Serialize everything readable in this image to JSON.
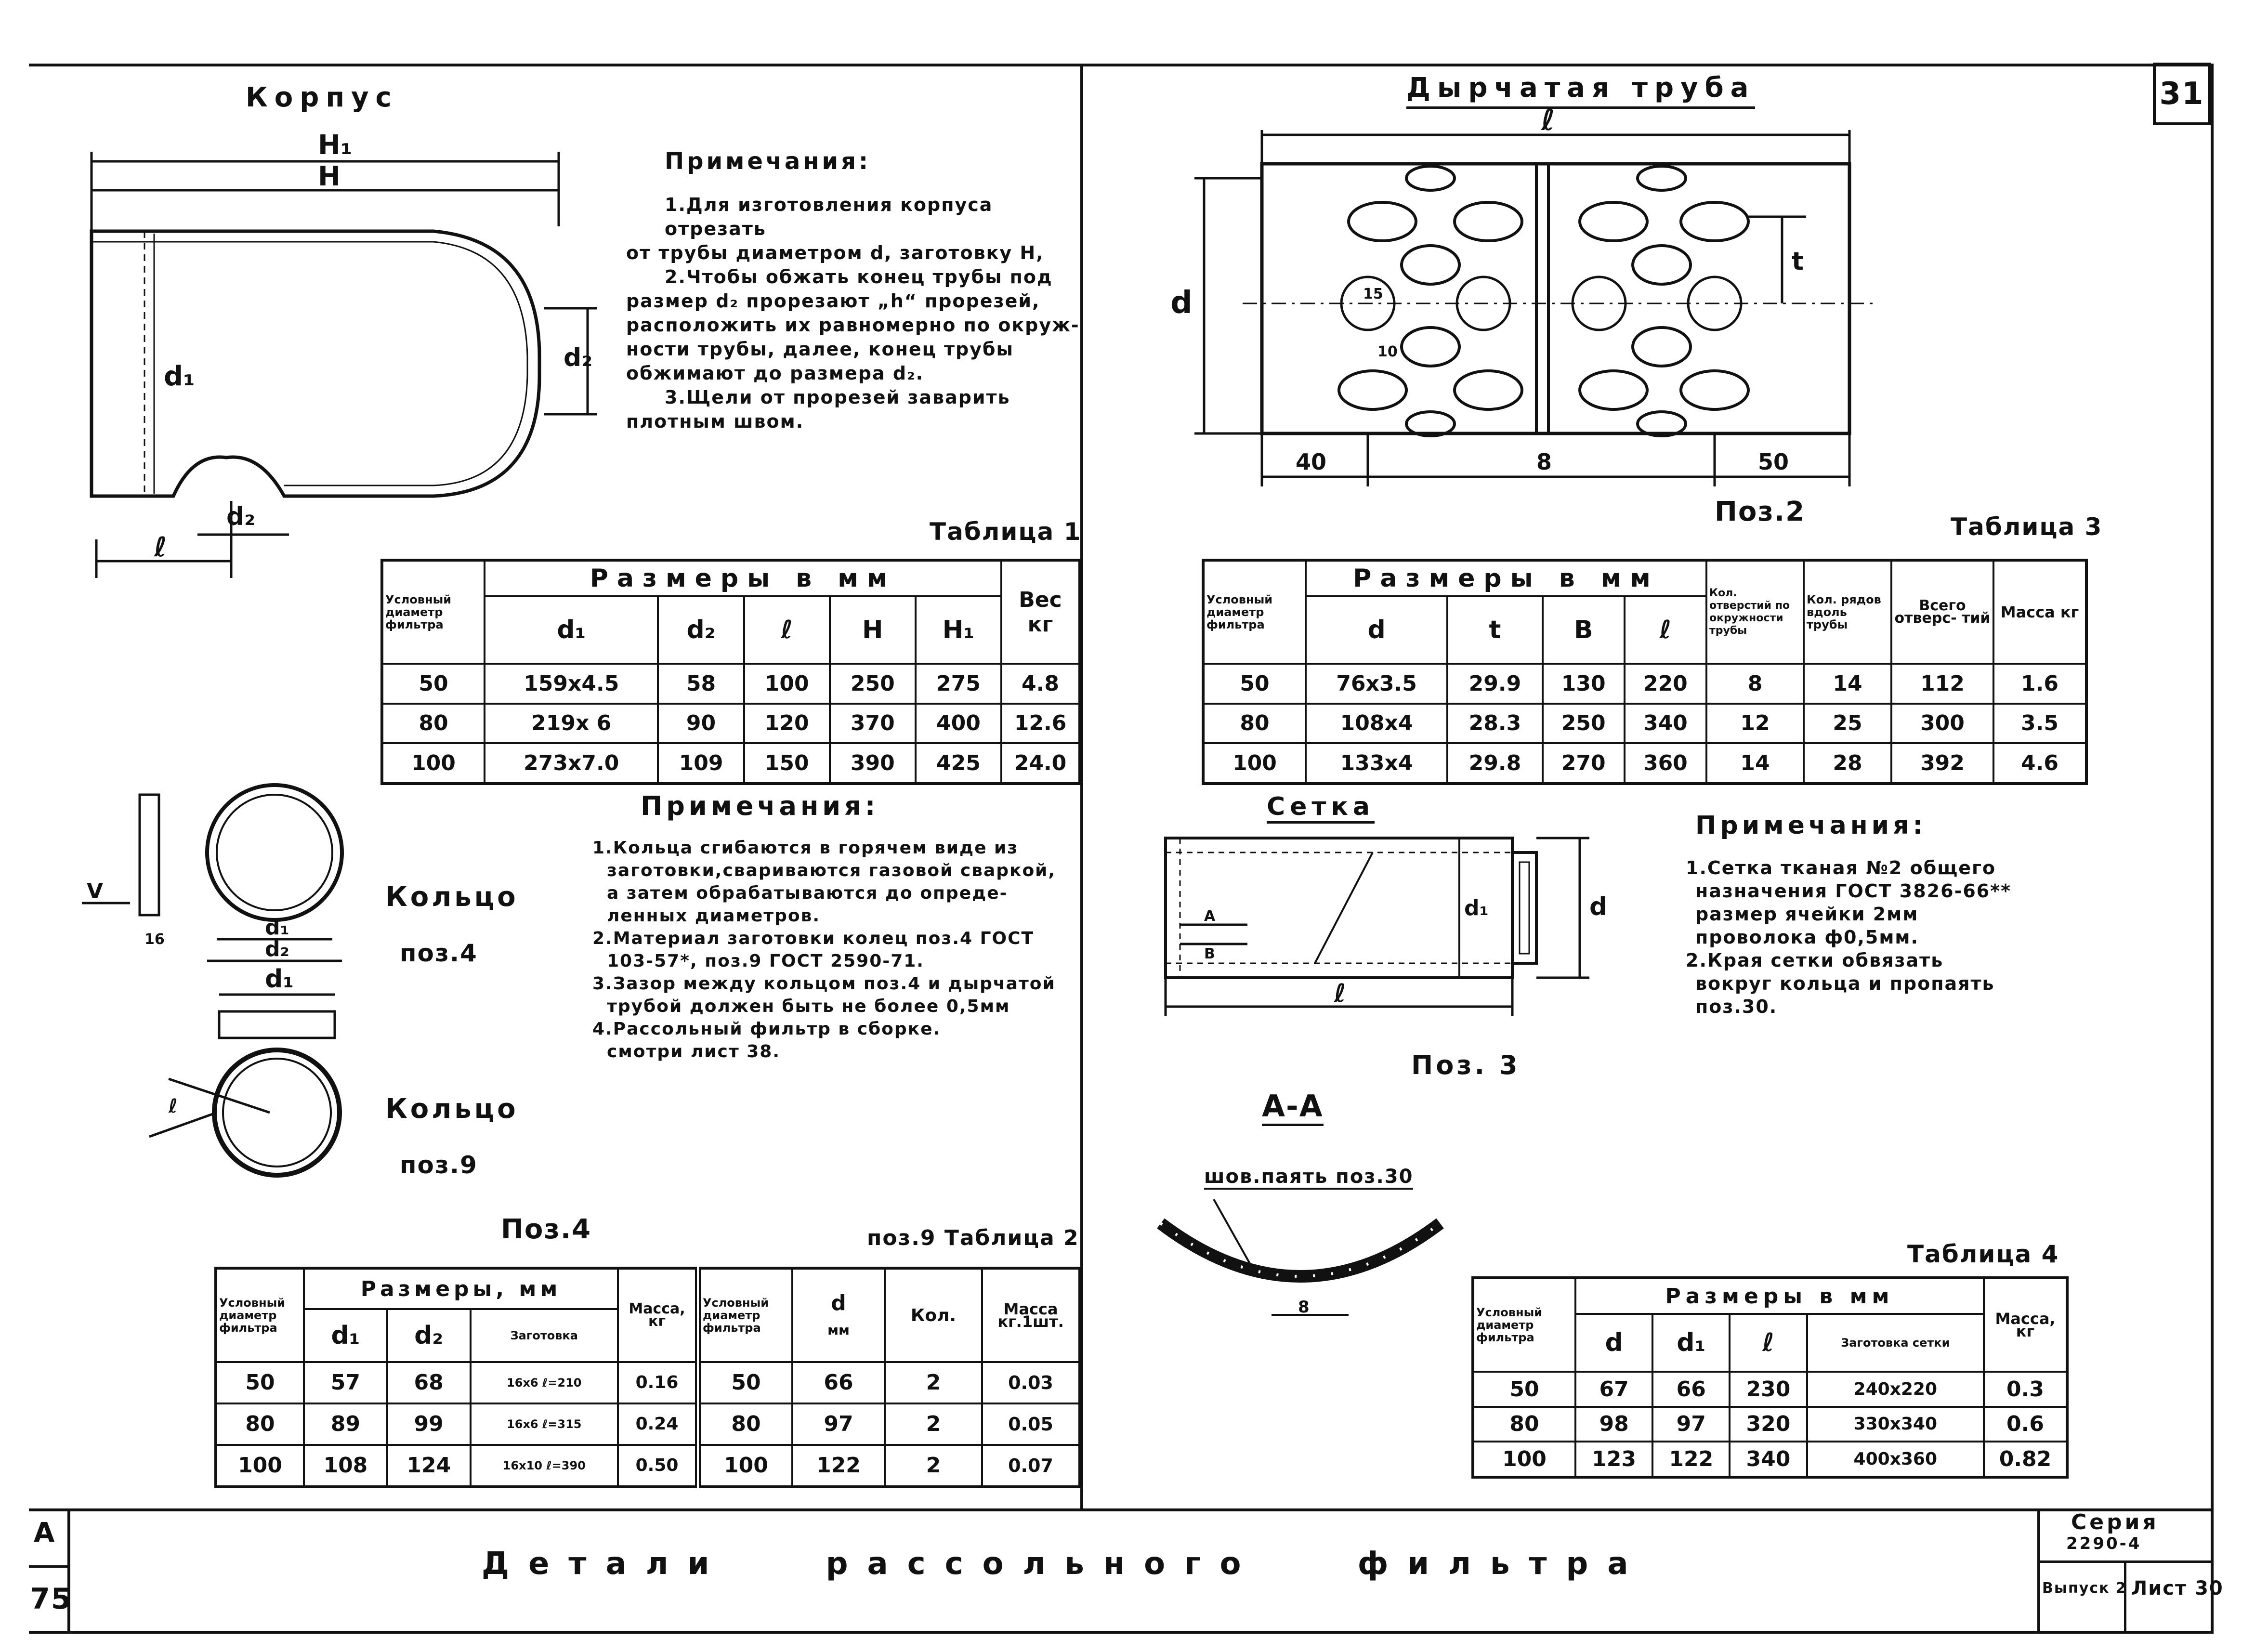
{
  "sheet_number": "31",
  "left": {
    "korpus_title": "Корпус",
    "notes1": {
      "heading": "Примечания:",
      "lines": [
        "1.Для изготовления корпуса отрезать",
        "от трубы диаметром d, заготовку H,",
        "2.Чтобы обжать конец трубы под",
        "размер d₂ прорезают „h“ прорезей,",
        "расположить их равномерно по окруж-",
        "ности трубы, далее, конец трубы",
        "обжимают до размера d₂.",
        "3.Щели от прорезей заварить",
        "плотным швом."
      ]
    },
    "table1": {
      "caption": "Таблица 1",
      "h_cond": "Условный диаметр фильтра",
      "h_dims": "Размеры в мм",
      "h_mass": "Вес кг",
      "cols": [
        "d₁",
        "d₂",
        "ℓ",
        "H",
        "H₁"
      ],
      "rows": [
        [
          "50",
          "159x4.5",
          "58",
          "100",
          "250",
          "275",
          "4.8"
        ],
        [
          "80",
          "219x 6",
          "90",
          "120",
          "370",
          "400",
          "12.6"
        ],
        [
          "100",
          "273x7.0",
          "109",
          "150",
          "390",
          "425",
          "24.0"
        ]
      ]
    },
    "notes2": {
      "heading": "Примечания:",
      "lines": [
        "1.Кольца сгибаются в горячем виде из",
        "заготовки,свариваются газовой сваркой,",
        "а затем обрабатываются до опреде-",
        "ленных диаметров.",
        "2.Материал заготовки колец поз.4 ГОСТ",
        "103-57*, поз.9 ГОСТ 2590-71.",
        "3.Зазор между кольцом поз.4 и дырчатой",
        "трубой должен быть не более 0,5мм",
        "4.Рассольный фильтр в сборке.",
        "смотри лист 38."
      ]
    },
    "ring4_label": "Кольцо",
    "ring4_pos": "поз.4",
    "ring9_label": "Кольцо",
    "ring9_pos": "поз.9",
    "pos4_caption": "Поз.4",
    "table2": {
      "caption": "поз.9 Таблица 2",
      "h_cond": "Условный диаметр фильтра",
      "h_dims": "Размеры, мм",
      "h_d1": "d₁",
      "h_d2": "d₂",
      "h_blank": "Заготовка",
      "h_mass": "Масса, кг",
      "h_cond2": "Условный диаметр фильтра",
      "h_d": "d",
      "h_d_unit": "мм",
      "h_qty": "Кол.",
      "h_mass2": "Масса кг.1шт.",
      "rows": [
        [
          "50",
          "57",
          "68",
          "16x6 ℓ=210",
          "0.16",
          "50",
          "66",
          "2",
          "0.03"
        ],
        [
          "80",
          "89",
          "99",
          "16x6 ℓ=315",
          "0.24",
          "80",
          "97",
          "2",
          "0.05"
        ],
        [
          "100",
          "108",
          "124",
          "16x10 ℓ=390",
          "0.50",
          "100",
          "122",
          "2",
          "0.07"
        ]
      ]
    },
    "dims": {
      "H1": "H₁",
      "H": "H",
      "d1": "d₁",
      "d2": "d₂",
      "l": "ℓ",
      "ring_d1": "d₁",
      "ring_d2": "d₂",
      "ring9_d1": "d₁",
      "ring9_l": "ℓ",
      "v": "V",
      "s": "16"
    }
  },
  "right": {
    "tube_title": "Дырчатая труба",
    "pos2": "Поз.2",
    "tube_dims": {
      "l": "ℓ",
      "d": "d",
      "t": "t",
      "hole": "15",
      "hole2": "10",
      "a": "40",
      "b": "8",
      "c": "50"
    },
    "table3": {
      "caption": "Таблица 3",
      "h_cond": "Условный диаметр фильтра",
      "h_dims": "Размеры в мм",
      "cols": [
        "d",
        "t",
        "B",
        "ℓ"
      ],
      "h_holes": "Кол. отверстий по окружности трубы",
      "h_rows": "Кол. рядов вдоль трубы",
      "h_total": "Всего отверс- тий",
      "h_mass": "Масса кг",
      "rows": [
        [
          "50",
          "76x3.5",
          "29.9",
          "130",
          "220",
          "8",
          "14",
          "112",
          "1.6"
        ],
        [
          "80",
          "108x4",
          "28.3",
          "250",
          "340",
          "12",
          "25",
          "300",
          "3.5"
        ],
        [
          "100",
          "133x4",
          "29.8",
          "270",
          "360",
          "14",
          "28",
          "392",
          "4.6"
        ]
      ]
    },
    "setka_title": "Сетка",
    "pos3": "Поз. 3",
    "setka_dims": {
      "l": "ℓ",
      "d": "d",
      "d1": "d₁",
      "a": "A",
      "b": "B"
    },
    "notes3": {
      "heading": "Примечания:",
      "lines": [
        "1.Сетка тканая №2 общего",
        "назначения ГОСТ 3826-66**",
        "размер ячейки 2мм",
        "проволока ф0,5мм.",
        "2.Края сетки обвязать",
        "вокруг кольца и пропаять",
        "поз.30."
      ]
    },
    "section_title": "А-А",
    "section_note": "шов.паять поз.30",
    "section_dim": "8",
    "table4": {
      "caption": "Таблица 4",
      "h_cond": "Условный диаметр фильтра",
      "h_dims": "Размеры в мм",
      "cols": [
        "d",
        "d₁",
        "ℓ"
      ],
      "h_blank": "Заготовка сетки",
      "h_mass": "Масса, кг",
      "rows": [
        [
          "50",
          "67",
          "66",
          "230",
          "240x220",
          "0.3"
        ],
        [
          "80",
          "98",
          "97",
          "320",
          "330x340",
          "0.6"
        ],
        [
          "100",
          "123",
          "122",
          "340",
          "400x360",
          "0.82"
        ]
      ]
    }
  },
  "stamp": {
    "left_top": "А",
    "left_bottom": "75",
    "title": "Детали рассольного фильтра",
    "series_label": "Серия",
    "series_value": "2290-4",
    "issue": "Выпуск 2",
    "sheet": "Лист 30"
  }
}
